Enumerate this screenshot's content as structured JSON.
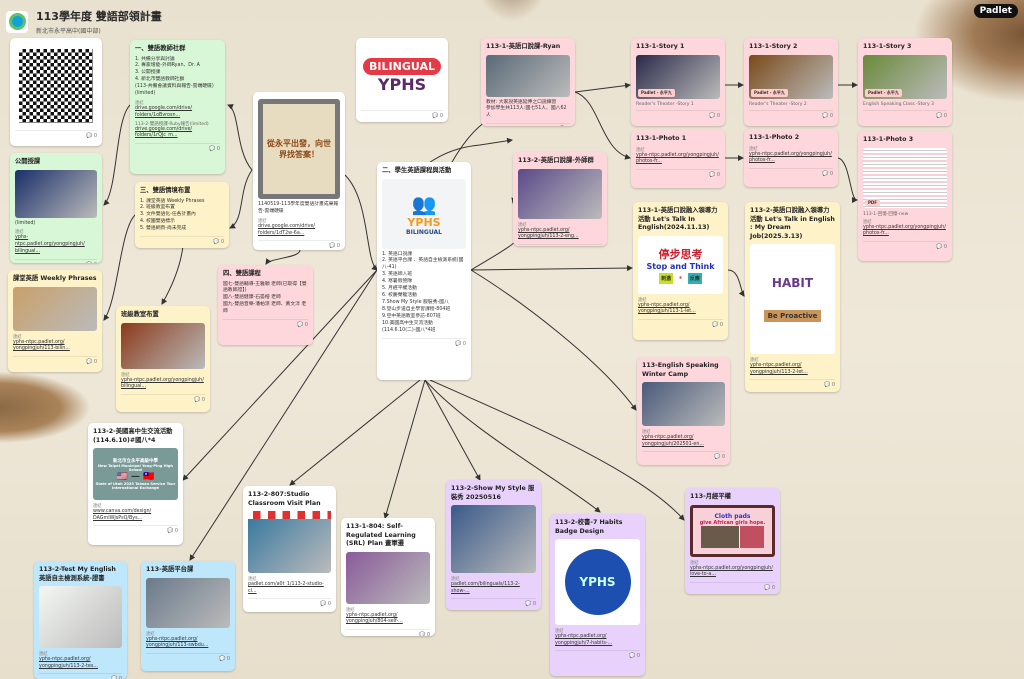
{
  "header": {
    "title": "113學年度 雙語部領計畫",
    "subtitle": "新北市永平高中(國中部)"
  },
  "brand": "Padlet",
  "colors": {
    "green": "#d8f7d6",
    "yellow": "#fdf2c8",
    "pink": "#fdd7dc",
    "purple": "#e8d2fb",
    "blue": "#bfe7fb",
    "accent": "#14a0d8"
  },
  "cards": [
    {
      "name": "qr-code",
      "img": {
        "kind": "qr"
      },
      "comments": "0"
    },
    {
      "name": "open-class",
      "title": "公開授課",
      "img": {
        "kind": "shot",
        "bg": "#1a2f6a"
      },
      "body": [
        "(limited)"
      ],
      "label": "連結",
      "link": [
        "yphs-ntpc.padlet.org/yongpingjuh/",
        "bilingual..."
      ],
      "comments": "0"
    },
    {
      "name": "weekly-phrases",
      "title": "課堂英語 Weekly Phrases",
      "img": {
        "kind": "shot",
        "bg": "#c9a06a"
      },
      "label": "連結",
      "link": [
        "yphs-ntpc.padlet.org/",
        "yongpingjuh/113-bilin..."
      ],
      "comments": "0"
    },
    {
      "name": "teacher-community",
      "title": "一、雙語教師社群",
      "body": [
        "1.  共備分享與討論",
        "2.  專家增能-外師Ryan、Dr. A",
        "3.  公開授課",
        "4.  新北市雙語教師社群",
        "(113-共備會議資料與報告-雲端硬碟)",
        "(limited)"
      ],
      "label": "連結",
      "link": [
        "drive.google.com/drive/",
        "folders/1oBvrosn..."
      ],
      "cap": "113-2-雙語授課-Ruby報告(limited)",
      "link2": [
        "drive.google.com/drive/",
        "folders/1rQJc_m..."
      ],
      "comments": "0"
    },
    {
      "name": "environment",
      "title": "三、雙語情境布置",
      "body": [
        "1.  課堂英語 Weekly Phrases",
        "2.  班級教室布置",
        "3.  文件雙語化-任各計畫內",
        "4.  校園雙語標示",
        "5.  雙語網頁-尚未完成"
      ],
      "comments": "0"
    },
    {
      "name": "classroom-layout",
      "title": "班級教室布置",
      "img": {
        "kind": "shot",
        "bg": "#8b3a1a"
      },
      "label": "連結",
      "link": [
        "yphs-ntpc.padlet.org/yongpingjuh/",
        "bilingual..."
      ],
      "comments": "0"
    },
    {
      "name": "yongping-poster",
      "img": {
        "kind": "poster",
        "text": "從永平出發，向世界找答案！"
      },
      "body": [
        "1140519-113學年度雙語計畫成果報告-雲端硬碟"
      ],
      "label": "連結",
      "link": [
        "drive.google.com/drive/",
        "folders/1dT2w-6a..."
      ],
      "comments": "0"
    },
    {
      "name": "bilingual-courses",
      "title": "四、雙語課程",
      "body": [
        "國七-雙語輔導-王雅穎 老師(已取得【雙語教師證】)",
        "國八-雙語健康-石晏榕 老師",
        "國九-雙語音樂-潘帕涼 老師、黃文淳 老師"
      ],
      "comments": "0"
    },
    {
      "name": "bilingual-logo",
      "img": {
        "kind": "logo",
        "t1": "BILINGUAL",
        "t2": "YPHS"
      },
      "comments": "0"
    },
    {
      "name": "student-activities",
      "title": "二、學生英語課程與活動",
      "img": {
        "kind": "yphs",
        "t1": "YPHS",
        "t2": "BILINGUAL"
      },
      "body": [
        "1. 英語口說課",
        "2. 英語平台課 、英語自主檢測系統(國八-41)",
        "3. 英語師入班",
        "4. 寒暑假營隊",
        "5. 月經平權活動",
        "6. 校慶榮龍活動",
        "7.Show My Style 服裝秀-國八",
        "8.登山步道自主學習課程-804班",
        "9.空中英語教室參訪-807班",
        "10.美國高中生交流活動(114.6.10(二)-國八*4班"
      ],
      "comments": "0"
    },
    {
      "name": "ryan-speaking",
      "title": "113-1-英語口說課-Ryan",
      "img": {
        "kind": "photo",
        "bg": "#5a6a78"
      },
      "body": [
        "教材: 大家說英語延伸之口說練習",
        "參加學生共113人:國七51人、國八62人"
      ],
      "comments": "1"
    },
    {
      "name": "foreign-teachers",
      "title": "113-2-英語口說課-外師群",
      "img": {
        "kind": "photo",
        "bg": "#5b4a8a"
      },
      "label": "連結",
      "link": [
        "yphs-ntpc.padlet.org/",
        "yongpingjuh/113-2-eng..."
      ],
      "comments": "0"
    },
    {
      "name": "story-1",
      "title": "113-1-Story 1",
      "img": {
        "kind": "story",
        "bg": "#2a2a4a",
        "badge": "Padlet - 永平九"
      },
      "cap": "Reader's Theater -Story 1",
      "comments": "0"
    },
    {
      "name": "photo-1",
      "title": "113-1-Photo 1",
      "label": "連結",
      "link": [
        "yphs-ntpc.padlet.org/yongpingjuh/",
        "photos-fr..."
      ],
      "comments": "0"
    },
    {
      "name": "story-2",
      "title": "113-1-Story 2",
      "img": {
        "kind": "story",
        "bg": "#7a4a1a",
        "badge": "Padlet - 永平九"
      },
      "cap": "Reader's Theater -Story 2",
      "comments": "0"
    },
    {
      "name": "photo-2",
      "title": "113-1-Photo 2",
      "label": "連結",
      "link": [
        "yphs-ntpc.padlet.org/yongpingjuh/",
        "photos-fr..."
      ],
      "comments": "0"
    },
    {
      "name": "story-3",
      "title": "113-1-Story 3",
      "img": {
        "kind": "story",
        "bg": "#6a8a3a",
        "badge": "Padlet - 永平九"
      },
      "cap": "English Speaking Class -Story 3",
      "comments": "0"
    },
    {
      "name": "photo-3",
      "title": "113-1-Photo 3",
      "img": {
        "kind": "doc",
        "badge": "PDF"
      },
      "cap": "113-1-回憶-回憶-new",
      "label": "連結",
      "link": [
        "yphs-ntpc.padlet.org/yongpingjuh/",
        "photos-fr..."
      ],
      "comments": "0"
    },
    {
      "name": "leadership-2024",
      "title": "113-1-英語口說融入領導力活動 Let's Talk In English(2024.11.13)",
      "img": {
        "kind": "stop",
        "t1": "停步思考",
        "t2": "Stop and Think",
        "l": "刺激",
        "r": "反應"
      },
      "label": "連結",
      "link": [
        "yphs-ntpc.padlet.org/",
        "yongpingjuh/113-1-let..."
      ],
      "comments": "0"
    },
    {
      "name": "dream-job",
      "title": "113-2-英語口說融入領導力活動 Let's Talk in English : My Dream Job(2025.3.13)",
      "img": {
        "kind": "habit",
        "t1": "HABIT",
        "t2": "Be Proactive"
      },
      "label": "連結",
      "link": [
        "yphs-ntpc.padlet.org/",
        "yongpingjuh/113-2-let..."
      ],
      "comments": "0"
    },
    {
      "name": "winter-camp",
      "title": "113-English Speaking Winter Camp",
      "img": {
        "kind": "photo",
        "bg": "#4a5a7a"
      },
      "label": "連結",
      "link": [
        "yphs-ntpc.padlet.org/",
        "yongpingjuh/202501-en..."
      ],
      "comments": "0"
    },
    {
      "name": "us-exchange",
      "title": "113-2-美國高中生交流活動(114.6.10)#國八*4",
      "img": {
        "kind": "exchange",
        "t1": "新北市立永平高級中學",
        "t2": "New Taipei Municipal Yong-Ping High School",
        "t3": "State of Utah 2025 Taiwan Service Tour International Exchange"
      },
      "label": "連結",
      "link": [
        "www.canva.com/design/",
        "DAGmIWJsPsQ/Bys..."
      ],
      "comments": "0"
    },
    {
      "name": "studio-visit",
      "title": "113-2-807:Studio Classroom Visit Plan",
      "img": {
        "kind": "photo",
        "bg": "#3a7aa0",
        "stripe": true
      },
      "label": "連結",
      "link": [
        "padlet.com/a0t_1/113-2-studio-",
        "cl..."
      ],
      "comments": "0"
    },
    {
      "name": "srl-plan",
      "title": "113-1-804: Self-Regulated Learning (SRL) Plan 畫軍遷",
      "img": {
        "kind": "photo",
        "bg": "#8a5a9a"
      },
      "label": "連結",
      "link": [
        "yphs-ntpc.padlet.org/",
        "yongpingjuh/804-self-..."
      ],
      "comments": "0"
    },
    {
      "name": "show-my-style",
      "title": "113-2-Show My Style 服裝秀 20250516",
      "img": {
        "kind": "photo",
        "bg": "#3a5a8a"
      },
      "label": "連結",
      "link": [
        "padlet.com/bilinguals/113-2-",
        "show-..."
      ],
      "comments": "0"
    },
    {
      "name": "habits-badge",
      "title": "113-2-校書-7 Habits Badge Design",
      "img": {
        "kind": "badge",
        "t1": "YPHS"
      },
      "label": "連結",
      "link": [
        "yphs-ntpc.padlet.org/",
        "yongpingjuh/7-habits-..."
      ],
      "comments": "0"
    },
    {
      "name": "period-equality",
      "title": "113-月經平權",
      "img": {
        "kind": "cloth",
        "t1": "Cloth pads",
        "t2": "give African girls hope."
      },
      "label": "連結",
      "link": [
        "yphs-ntpc.padlet.org/yongpingjuh/",
        "love-to-a..."
      ],
      "comments": "0"
    },
    {
      "name": "test-my-english",
      "title": "113-2-Test My English 英語自主檢測系統-證書",
      "img": {
        "kind": "shot",
        "bg": "#f4f7f2"
      },
      "label": "連結",
      "link": [
        "yphs-ntpc.padlet.org/",
        "yongpingjuh/113-2-tes..."
      ],
      "comments": "0"
    },
    {
      "name": "platform-class",
      "title": "113-英語平台課",
      "img": {
        "kind": "photo",
        "bg": "#6a7a8a"
      },
      "label": "連結",
      "link": [
        "yphs-ntpc.padlet.org/",
        "yongpingjuh/113-swbdu..."
      ],
      "comments": "0"
    }
  ]
}
